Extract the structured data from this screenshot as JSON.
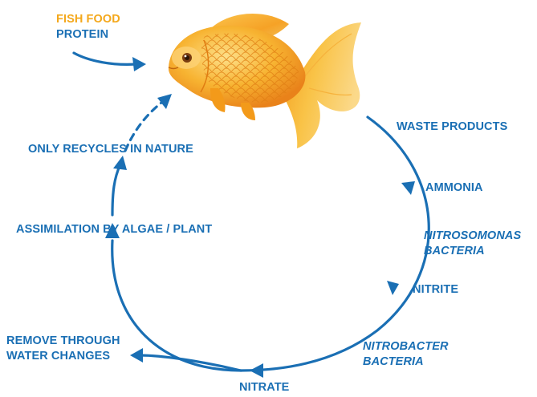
{
  "colors": {
    "cycle_blue": "#1a6fb4",
    "food_orange": "#f4a81c",
    "fish_orange": "#f39a1a",
    "fish_light": "#fcd37a"
  },
  "input": {
    "fish_food": "FISH FOOD",
    "protein": "PROTEIN"
  },
  "cycle": {
    "waste_products": "WASTE PRODUCTS",
    "ammonia": "AMMONIA",
    "nitrosomonas": "NITROSOMONAS",
    "nitrosomonas_bacteria": "BACTERIA",
    "nitrite": "NITRITE",
    "nitrobacter": "NITROBACTER",
    "nitrobacter_bacteria": "BACTERIA",
    "nitrate": "NITRATE",
    "assimilation": "ASSIMILATION BY ALGAE / PLANT",
    "only_recycles": "ONLY RECYCLES IN NATURE"
  },
  "output": {
    "remove_line1": "REMOVE THROUGH",
    "remove_line2": "WATER CHANGES"
  },
  "icons": {
    "fish": "goldfish-icon"
  }
}
